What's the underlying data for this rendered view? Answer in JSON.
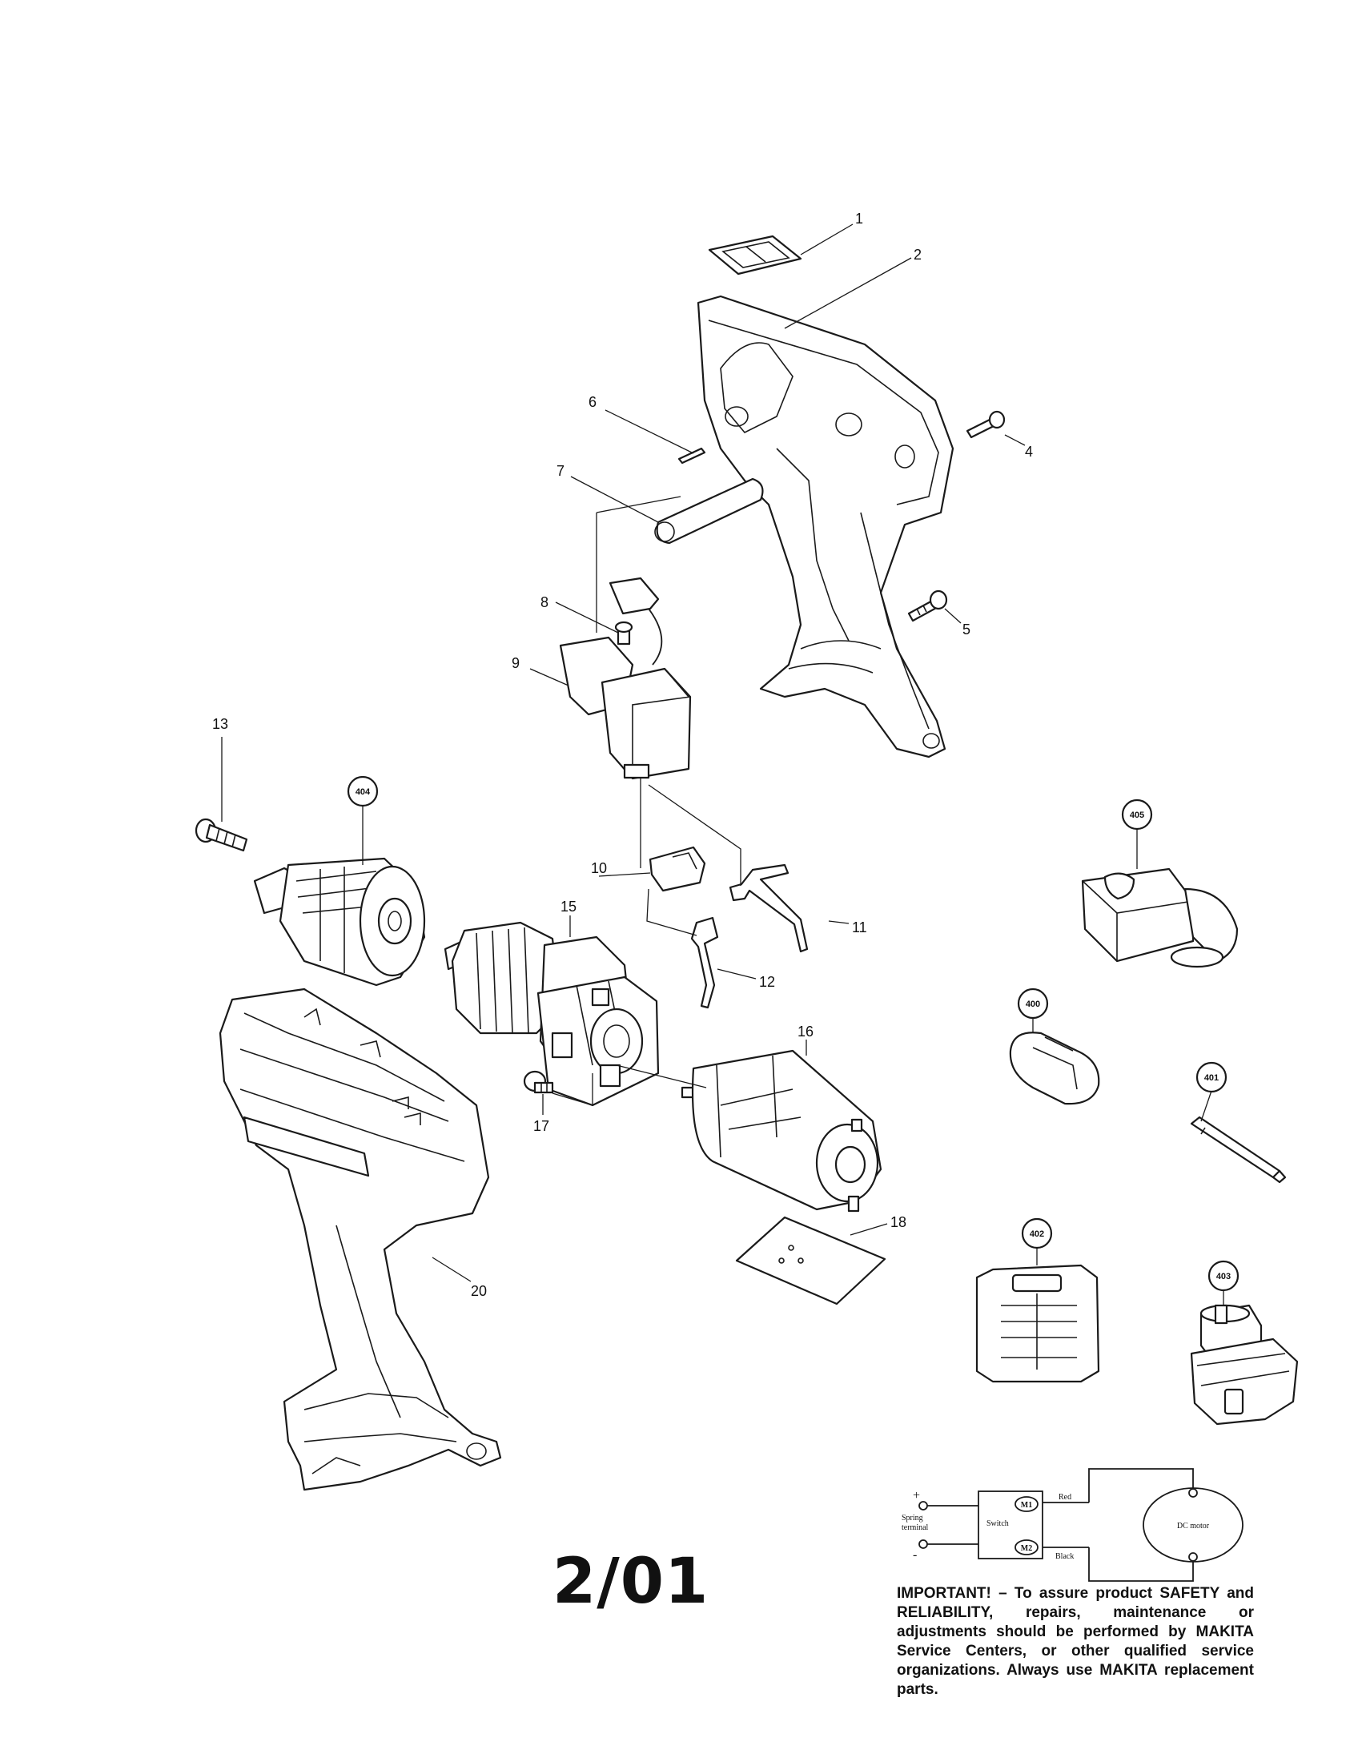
{
  "callouts": {
    "p1": "1",
    "p2": "2",
    "p4": "4",
    "p5": "5",
    "p6": "6",
    "p7": "7",
    "p8": "8",
    "p9": "9",
    "p10": "10",
    "p11": "11",
    "p12": "12",
    "p13": "13",
    "p15": "15",
    "p16": "16",
    "p17": "17",
    "p18": "18",
    "p20": "20",
    "c400": "400",
    "c401": "401",
    "c402": "402",
    "c403": "403",
    "c404": "404",
    "c405": "405"
  },
  "wiring": {
    "plus": "+",
    "minus": "-",
    "terminal_line1": "Spring",
    "terminal_line2": "terminal",
    "switch": "Switch",
    "m1": "M1",
    "m2": "M2",
    "red": "Red",
    "black": "Black",
    "motor": "DC motor"
  },
  "date_code": "2/01",
  "notice": "IMPORTANT! – To assure product SAFETY and RELIABILITY, repairs, maintenance or adjustments should be performed by MAKITA Service Centers, or other qualified service organizations. Always use MAKITA replacement parts."
}
